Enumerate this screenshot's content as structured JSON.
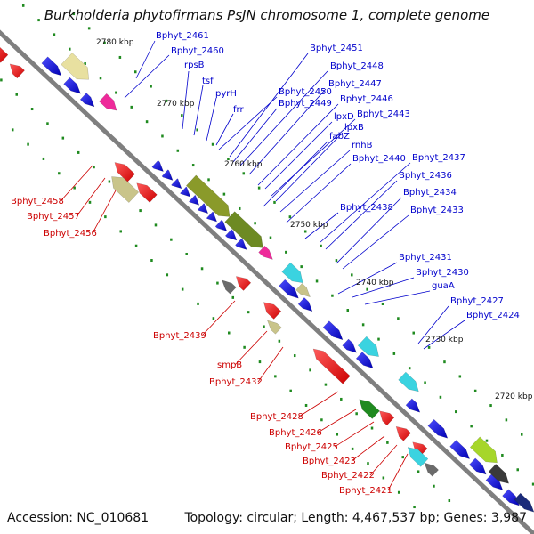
{
  "title": "Burkholderia phytofirmans PsJN chromosome 1, complete genome",
  "accession": "Accession: NC_010681",
  "topology": "Topology: circular; Length: 4,467,537 bp; Genes: 3,987",
  "scale_labels": [
    "2780 kbp",
    "2770 kbp",
    "2760 kbp",
    "2750 kbp",
    "2740 kbp",
    "2730 kbp",
    "2720 kbp"
  ],
  "colors": {
    "forward_label": "#0000cc",
    "reverse_label": "#cc0000",
    "backbone": "#7f7f7f",
    "tick": "#1f8a1f"
  },
  "forward_gene_labels": [
    "Bphyt_2461",
    "Bphyt_2460",
    "rpsB",
    "tsf",
    "pyrH",
    "frr",
    "Bphyt_2451",
    "Bphyt_2448",
    "Bphyt_2447",
    "Bphyt_2450",
    "Bphyt_2449",
    "Bphyt_2446",
    "lpxD",
    "Bphyt_2443",
    "lpxB",
    "fabZ",
    "rnhB",
    "Bphyt_2440",
    "Bphyt_2437",
    "Bphyt_2436",
    "Bphyt_2434",
    "Bphyt_2438",
    "Bphyt_2433",
    "Bphyt_2431",
    "Bphyt_2430",
    "guaA",
    "Bphyt_2427",
    "Bphyt_2424"
  ],
  "reverse_gene_labels": [
    "Bphyt_2458",
    "Bphyt_2457",
    "Bphyt_2456",
    "Bphyt_2439",
    "smpB",
    "Bphyt_2432",
    "Bphyt_2428",
    "Bphyt_2426",
    "Bphyt_2425",
    "Bphyt_2423",
    "Bphyt_2422",
    "Bphyt_2421"
  ]
}
